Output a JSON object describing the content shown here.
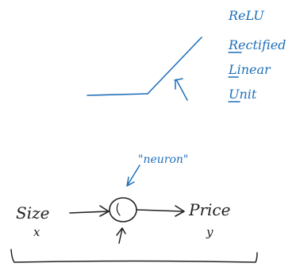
{
  "colors": {
    "blue_ink": "#1f6fb8",
    "black_ink": "#222222",
    "background": "#ffffff"
  },
  "relu_note": {
    "title": "ReLU",
    "lines": [
      "Rectified",
      "Linear",
      "Unit"
    ]
  },
  "neuron_label": "\"neuron\"",
  "input": {
    "label": "Size",
    "variable": "x"
  },
  "output": {
    "label": "Price",
    "variable": "y"
  }
}
